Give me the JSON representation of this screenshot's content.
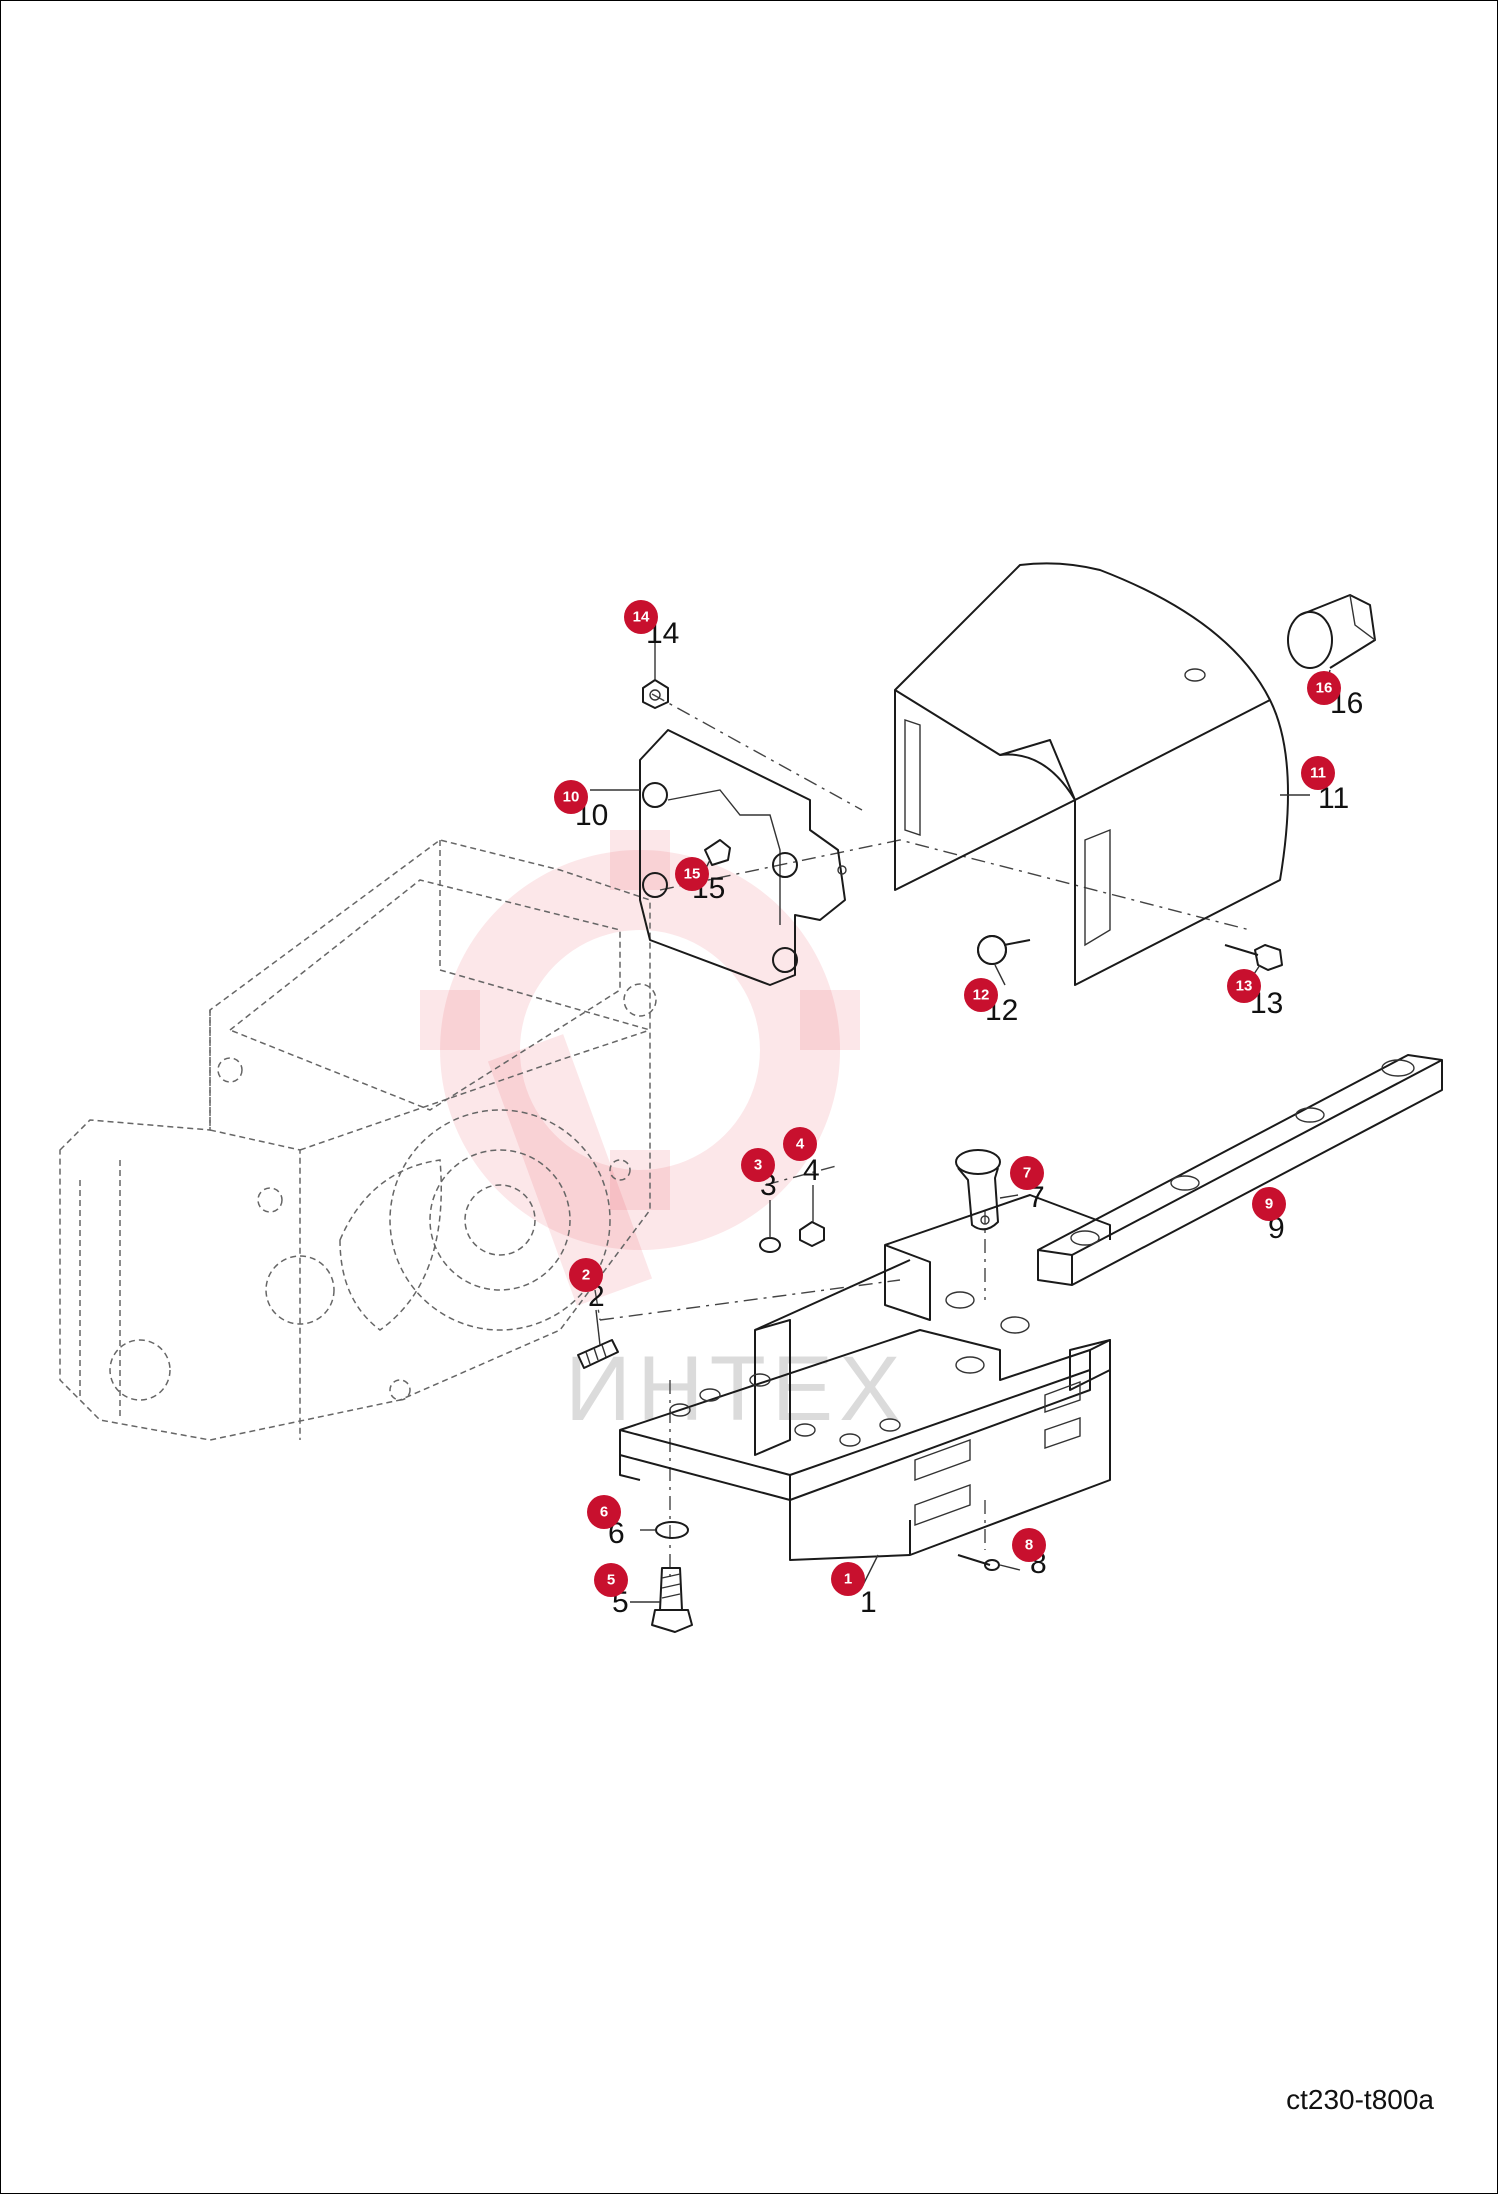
{
  "drawing_code": "ct230-t800a",
  "callouts": [
    {
      "id": "1",
      "label": "1"
    },
    {
      "id": "2",
      "label": "2"
    },
    {
      "id": "3",
      "label": "3"
    },
    {
      "id": "4",
      "label": "4"
    },
    {
      "id": "5",
      "label": "5"
    },
    {
      "id": "6",
      "label": "6"
    },
    {
      "id": "7",
      "label": "7"
    },
    {
      "id": "8",
      "label": "8"
    },
    {
      "id": "9",
      "label": "9"
    },
    {
      "id": "10",
      "label": "10"
    },
    {
      "id": "11",
      "label": "11"
    },
    {
      "id": "12",
      "label": "12"
    },
    {
      "id": "13",
      "label": "13"
    },
    {
      "id": "14",
      "label": "14"
    },
    {
      "id": "15",
      "label": "15"
    },
    {
      "id": "16",
      "label": "16"
    }
  ],
  "watermark_text": "ИНТЕХ",
  "colors": {
    "badge": "#c8102e",
    "line": "#1a1a1a",
    "watermark": "#e8394c"
  }
}
